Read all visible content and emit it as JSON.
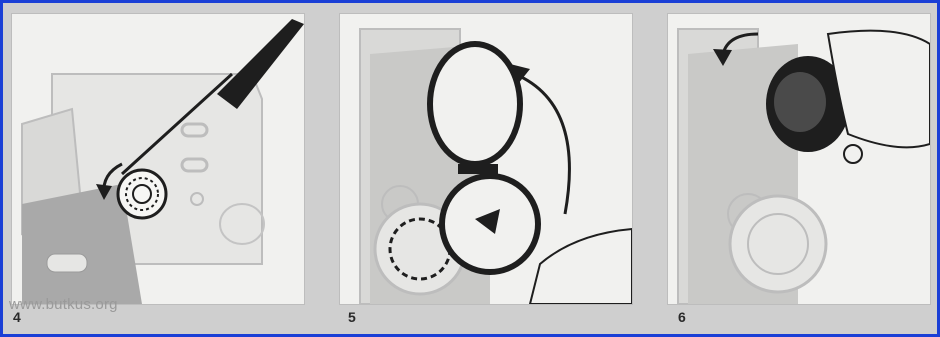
{
  "watermark": "www.butkus.org",
  "steps": [
    {
      "number": "4"
    },
    {
      "number": "5"
    },
    {
      "number": "6"
    }
  ],
  "colors": {
    "border": "#1a3fd6",
    "background": "#cfcfcf",
    "panel": "#f1f1ef",
    "ink": "#1e1e1e",
    "shade": "#a9a9a9"
  },
  "illustrations": [
    {
      "step": "4",
      "icon": "knife-removing-lens-ring-illustration"
    },
    {
      "step": "5",
      "icon": "flip-lens-cap-illustration"
    },
    {
      "step": "6",
      "icon": "attach-cap-illustration"
    }
  ]
}
